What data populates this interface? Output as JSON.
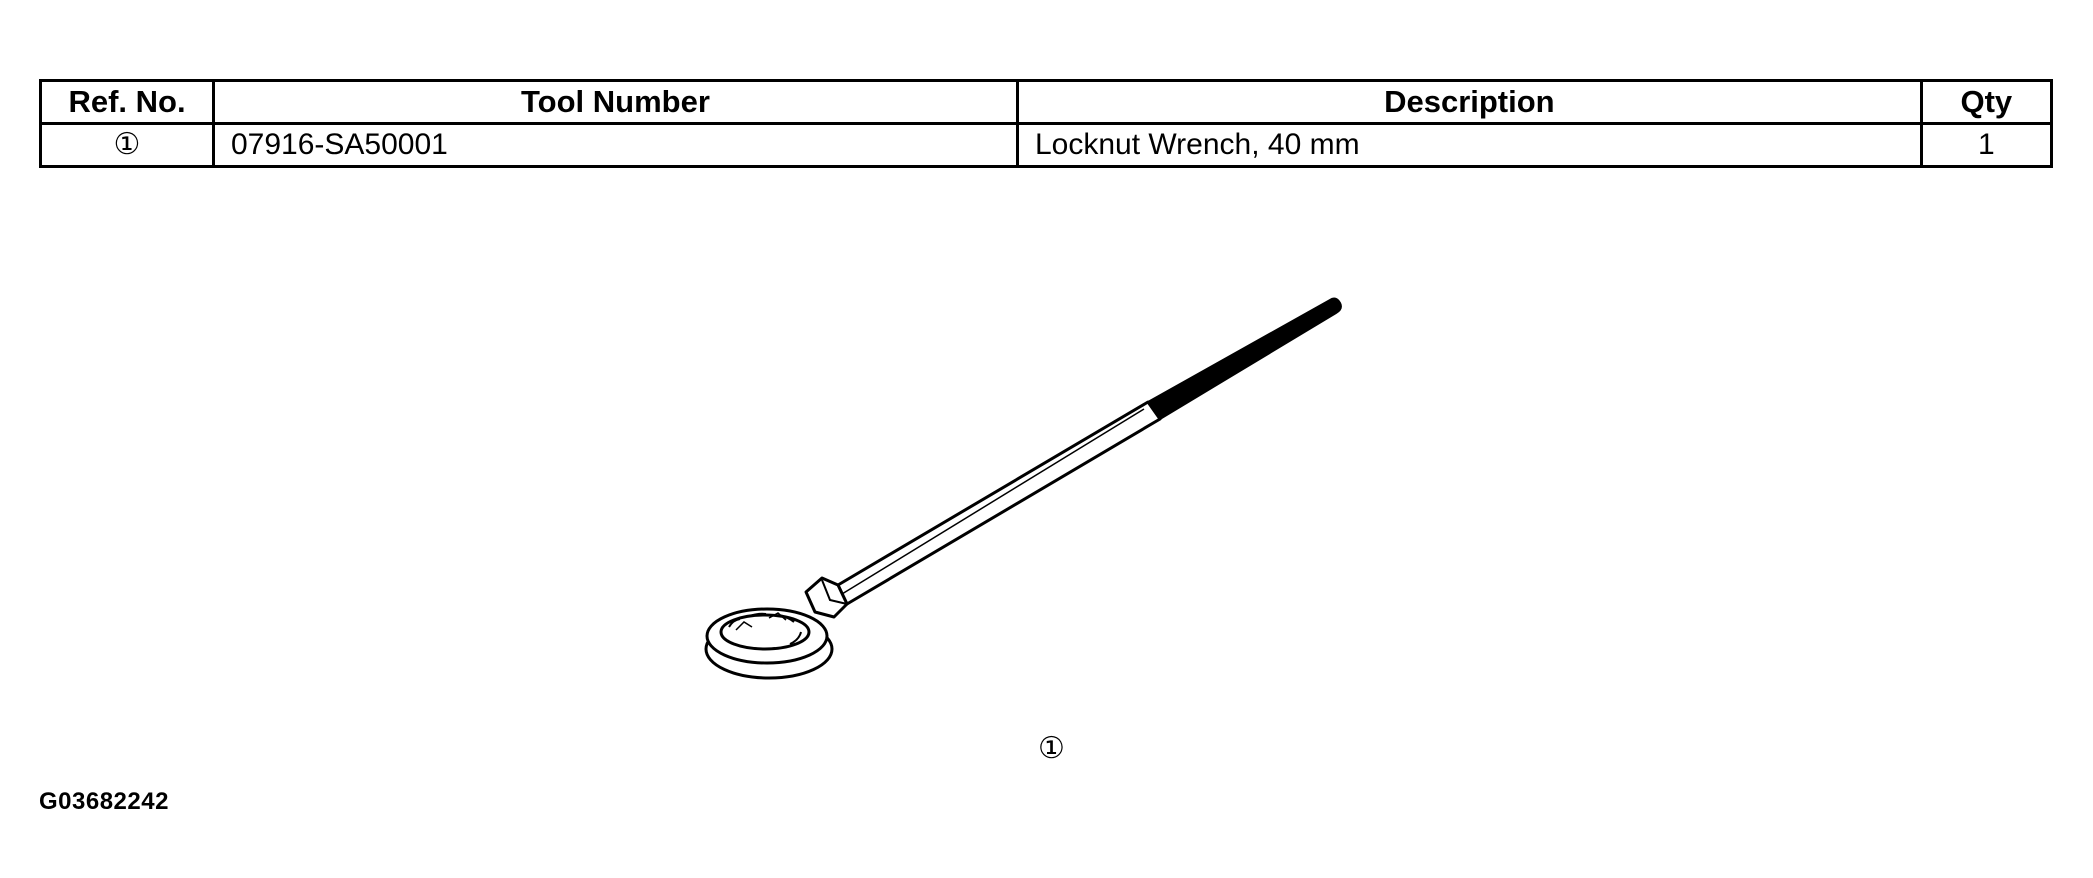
{
  "table": {
    "headers": {
      "ref_no": "Ref. No.",
      "tool_number": "Tool Number",
      "description": "Description",
      "qty": "Qty"
    },
    "rows": [
      {
        "ref_no": "①",
        "tool_number": "07916-SA50001",
        "description": "Locknut Wrench, 40 mm",
        "qty": "1"
      }
    ]
  },
  "illustration": {
    "callout": "①",
    "icon": "locknut-wrench-icon"
  },
  "figure_id": "G03682242"
}
